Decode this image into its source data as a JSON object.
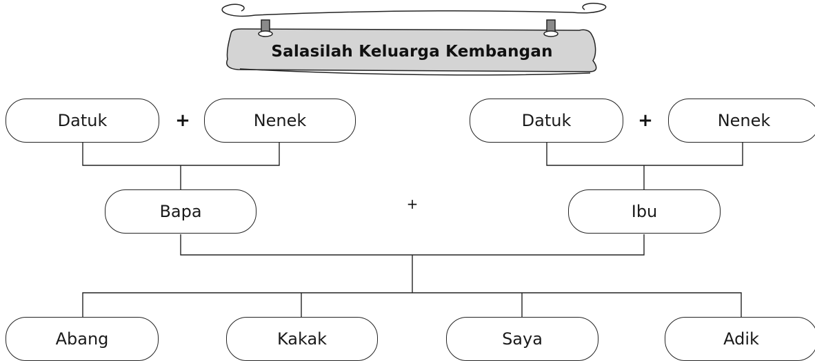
{
  "title": "Salasilah Keluarga Kembangan",
  "grandparents_left": {
    "grandfather": "Datuk",
    "grandmother": "Nenek",
    "joiner": "+"
  },
  "grandparents_right": {
    "grandfather": "Datuk",
    "grandmother": "Nenek",
    "joiner": "+"
  },
  "parents": {
    "father": "Bapa",
    "mother": "Ibu",
    "joiner": "+"
  },
  "children": [
    "Abang",
    "Kakak",
    "Saya",
    "Adik"
  ],
  "colors": {
    "line": "#222222",
    "banner_fill": "#d4d4d4",
    "background": "#ffffff"
  }
}
